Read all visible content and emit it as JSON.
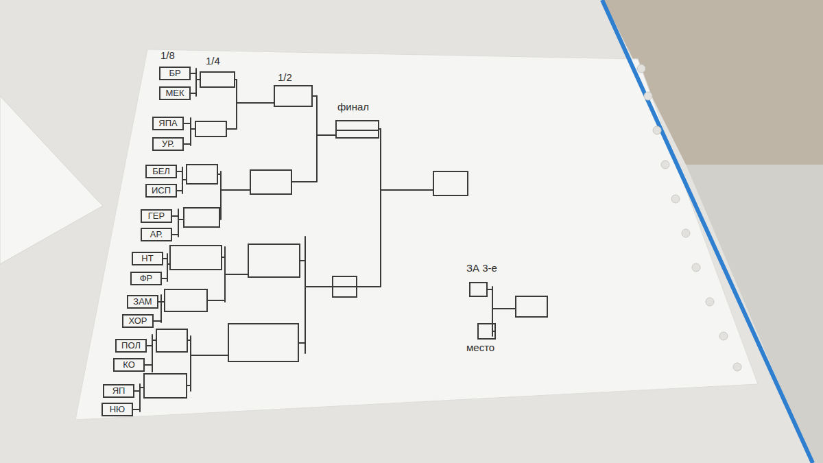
{
  "diagram": {
    "nodes": [
      {
        "text": [
          "БР"
        ]
      },
      {
        "text": [
          "МЕК"
        ]
      },
      {
        "text": [
          "ЯПА"
        ]
      },
      {
        "text": [
          "УР."
        ]
      },
      {
        "text": [
          "БЕЛ"
        ]
      },
      {
        "text": [
          "ИСП"
        ]
      },
      {
        "text": [
          "ГЕР"
        ]
      },
      {
        "text": [
          "АР."
        ]
      },
      {
        "text": [
          "НТ"
        ]
      },
      {
        "text": [
          "ФР"
        ]
      },
      {
        "text": [
          "ЗАМ"
        ]
      },
      {
        "text": [
          "ХОР"
        ]
      },
      {
        "text": [
          "ПОЛ"
        ]
      },
      {
        "text": [
          "КО"
        ]
      },
      {
        "text": [
          "ЯП"
        ]
      },
      {
        "text": [
          "НЮ"
        ]
      }
    ],
    "labels": [
      "1/8",
      "1/4",
      "1/2",
      "финал",
      "ЗА 3-е",
      "место"
    ]
  }
}
